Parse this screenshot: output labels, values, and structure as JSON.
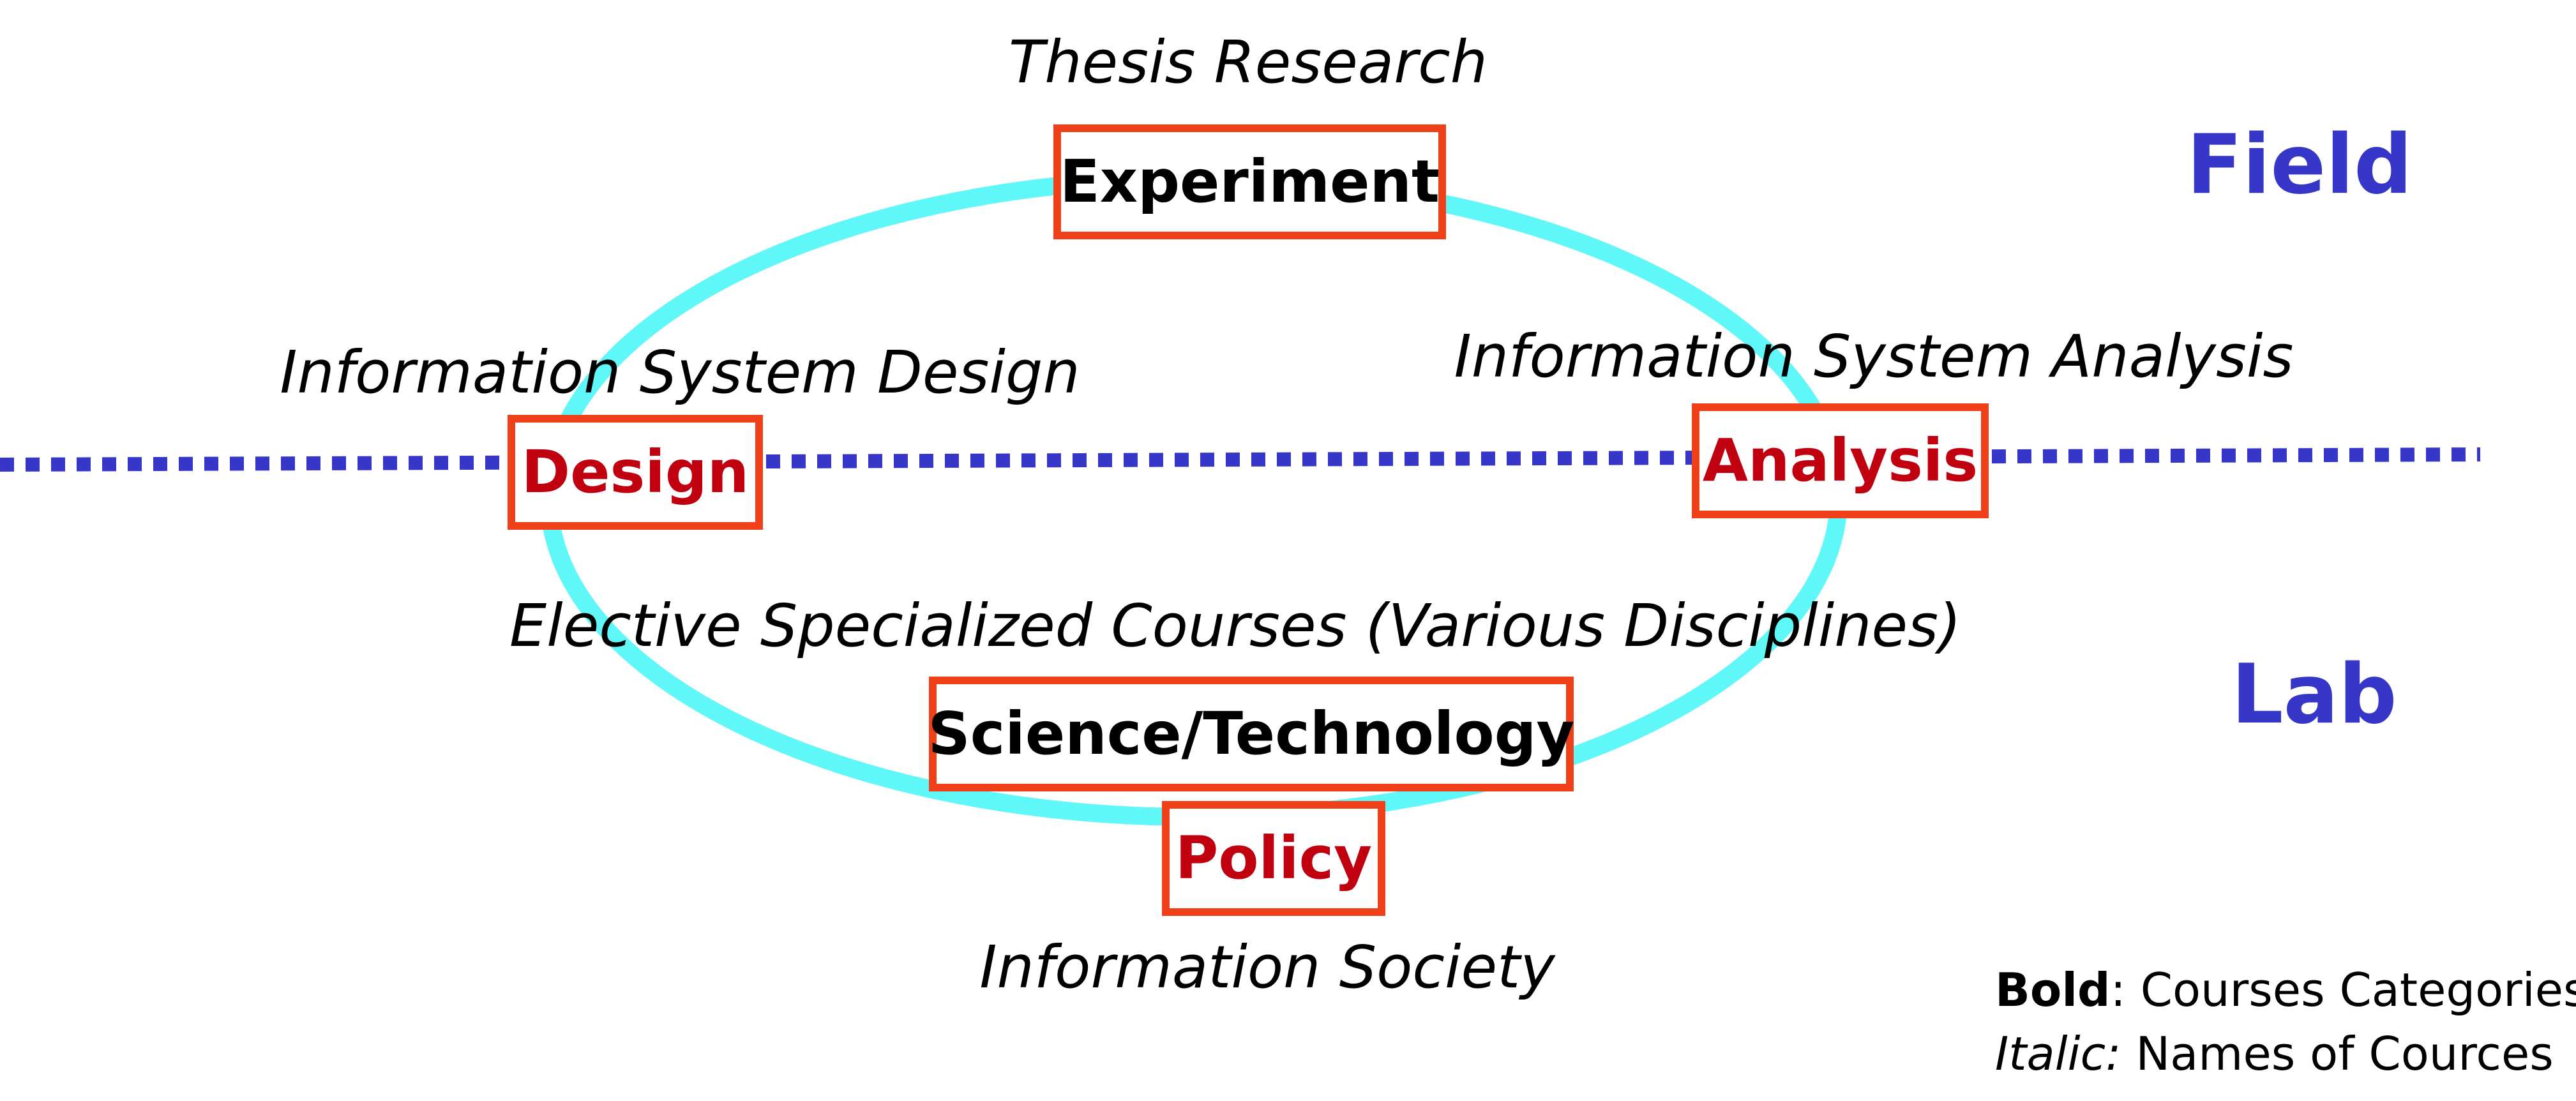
{
  "zones": {
    "upper": "Field",
    "lower": "Lab"
  },
  "categories": {
    "top": "Experiment",
    "left": "Design",
    "right": "Analysis",
    "bottom": "Science/Technology",
    "bottom_sub": "Policy"
  },
  "courses": {
    "top": "Thesis Research",
    "left": "Information System Design",
    "right": "Information System Analysis",
    "middle": "Elective Specialized Courses (Various Disciplines)",
    "bottom": "Information Society"
  },
  "legend": {
    "bold_key": "Bold",
    "bold_text": ": Courses Categories",
    "italic_key": "Italic:",
    "italic_text": " Names of Cources"
  },
  "colors": {
    "cycle_ring": "#5ff7f7",
    "divider": "#3636c8",
    "box_border": "#f0401a",
    "category_red": "#c0000f",
    "zone_label": "#3636c8"
  }
}
